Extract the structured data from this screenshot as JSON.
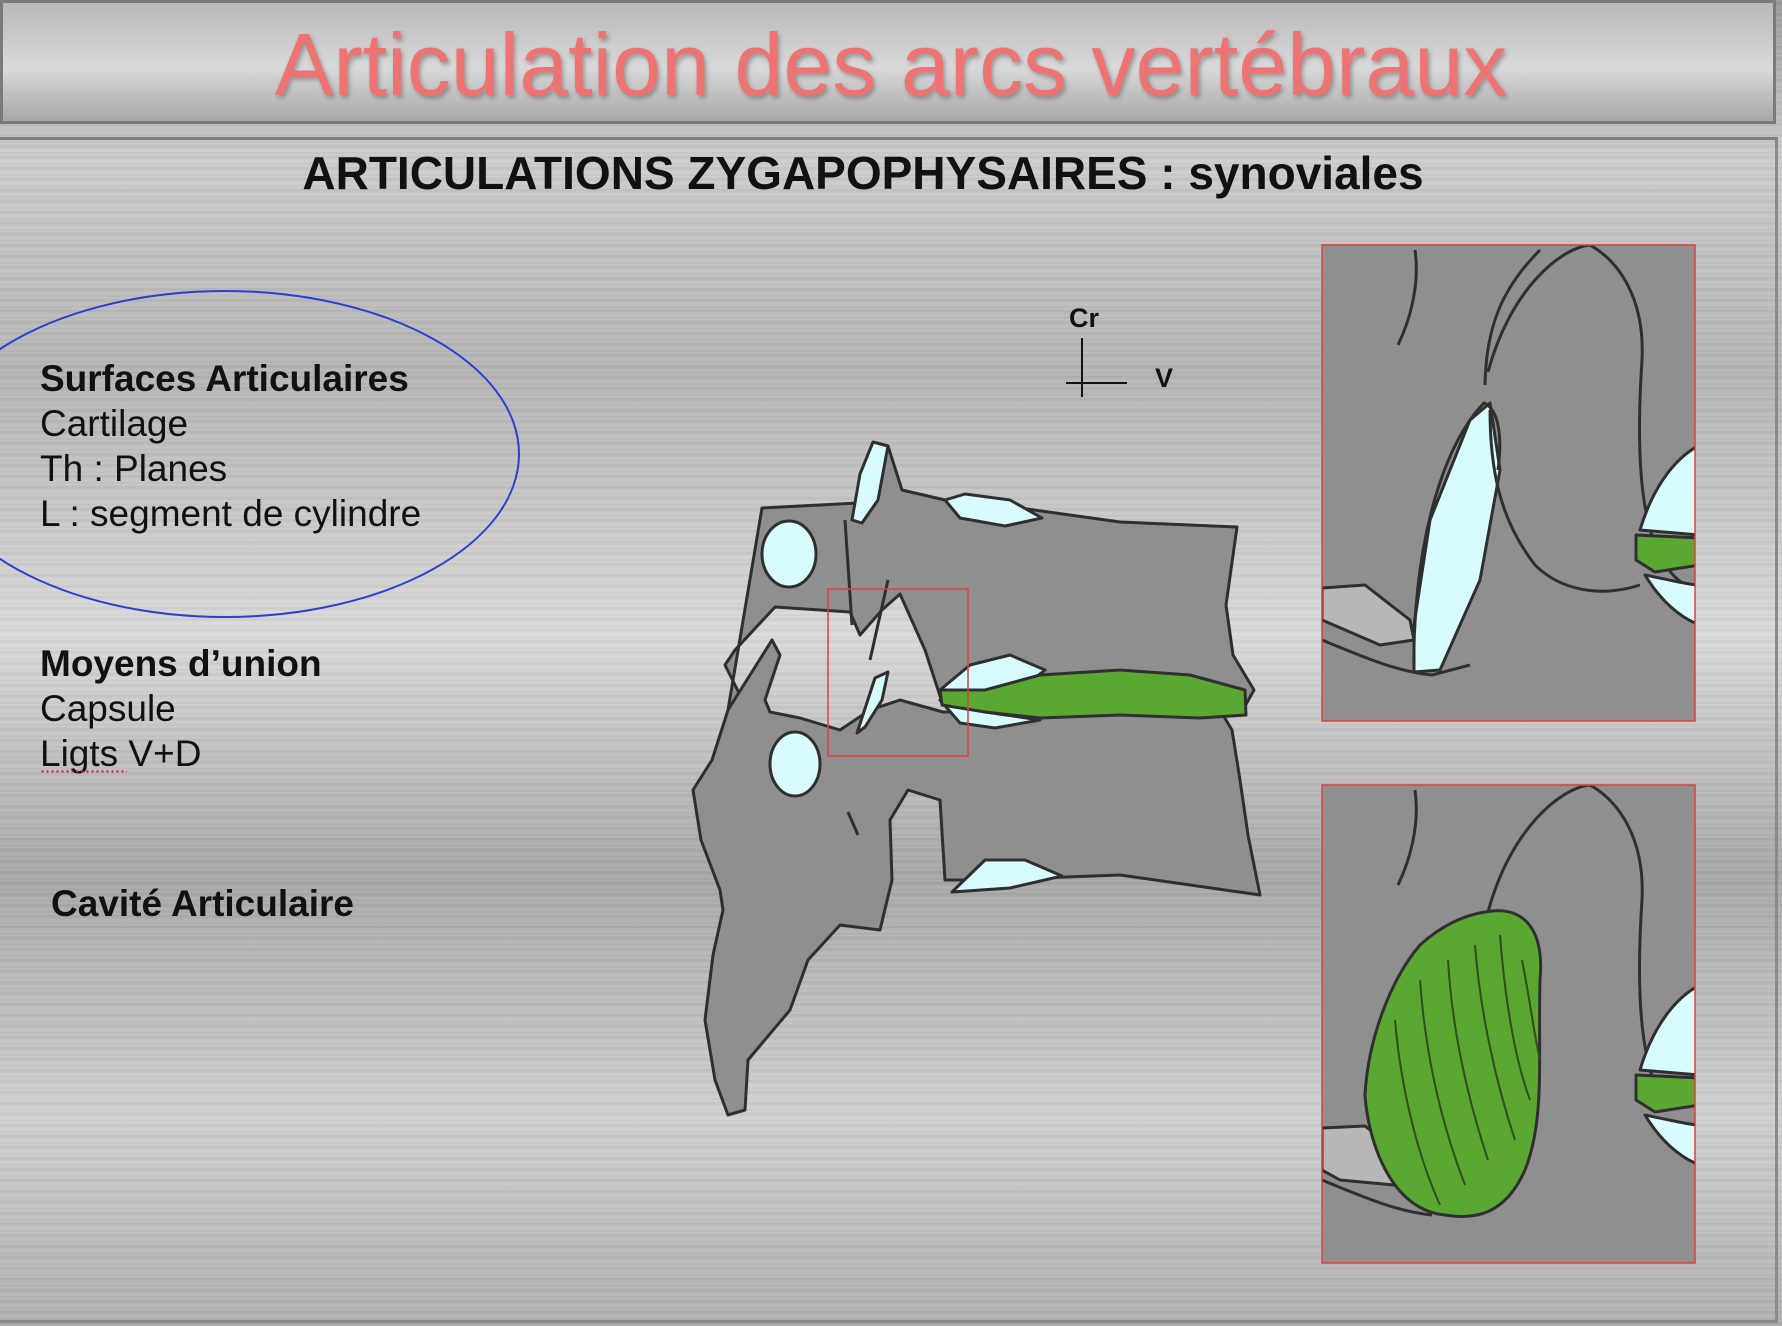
{
  "title": "Articulation des arcs vertébraux",
  "subtitle": "ARTICULATIONS ZYGAPOPHYSAIRES : synoviales",
  "surfaces": {
    "heading": "Surfaces Articulaires",
    "lines": [
      "Cartilage",
      "Th : Planes",
      "L : segment de cylindre"
    ]
  },
  "union": {
    "heading": "Moyens d’union",
    "lines": [
      "Capsule",
      "Ligts V+D"
    ]
  },
  "cavity": {
    "heading": "Cavité Articulaire"
  },
  "orientation": {
    "cranial": "Cr",
    "ventral": "V"
  },
  "colors": {
    "title": "#ee7373",
    "bone": "#8f8f8f",
    "cartilage": "#d8fbff",
    "disc_capsule": "#5aa832",
    "highlight_ellipse": "#2a3fd4",
    "zoom_box": "#e0403a"
  }
}
